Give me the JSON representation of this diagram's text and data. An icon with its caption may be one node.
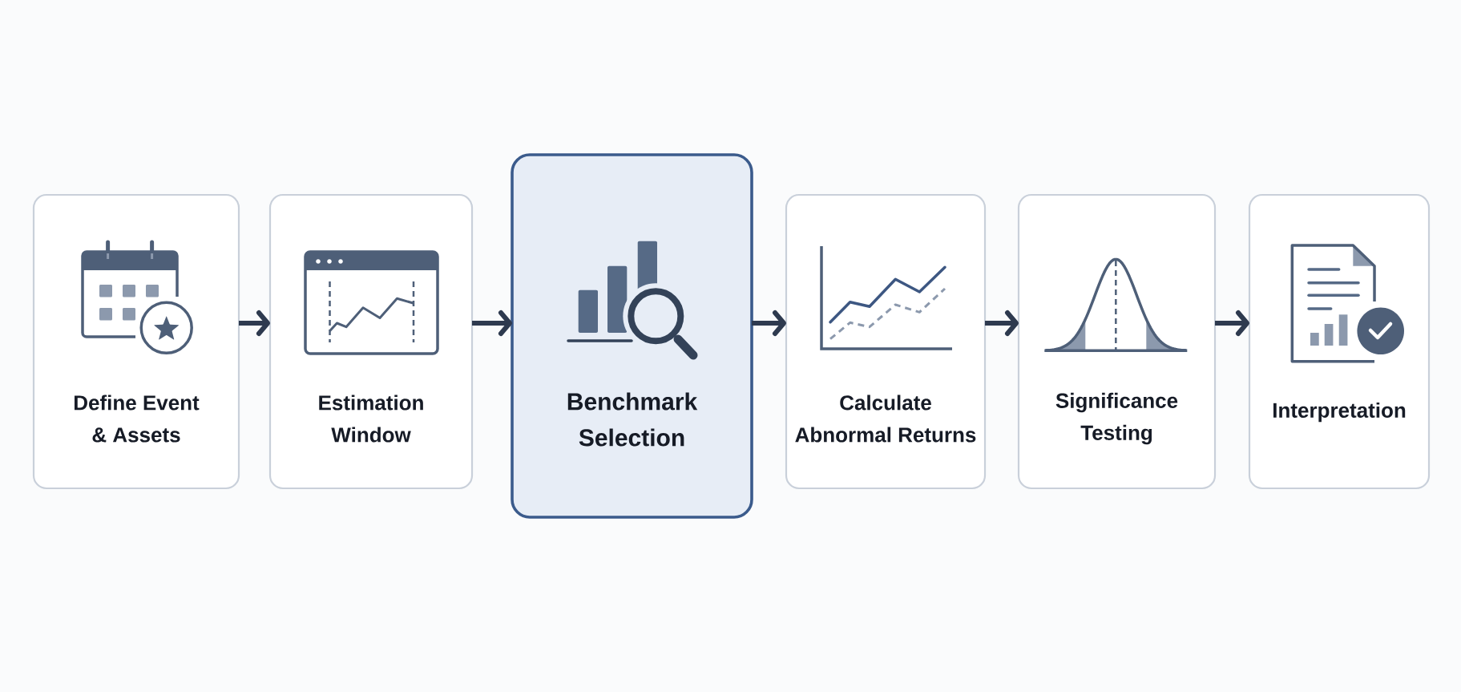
{
  "diagram": {
    "nodes": [
      {
        "text": [
          "Define Event & Assets"
        ]
      },
      {
        "text": [
          "Estimation Window"
        ]
      },
      {
        "text": [
          "Benchmark Selection"
        ]
      },
      {
        "text": [
          "Calculate Abnormal Returns"
        ]
      },
      {
        "text": [
          "Significance Testing"
        ]
      },
      {
        "text": [
          "Interpretation"
        ]
      }
    ],
    "edges": [
      {
        "from": 0,
        "to": 1,
        "arrow": "to"
      },
      {
        "from": 1,
        "to": 2,
        "arrow": "to"
      },
      {
        "from": 2,
        "to": 3,
        "arrow": "to"
      },
      {
        "from": 3,
        "to": 4,
        "arrow": "to"
      },
      {
        "from": 4,
        "to": 5,
        "arrow": "to"
      }
    ]
  }
}
